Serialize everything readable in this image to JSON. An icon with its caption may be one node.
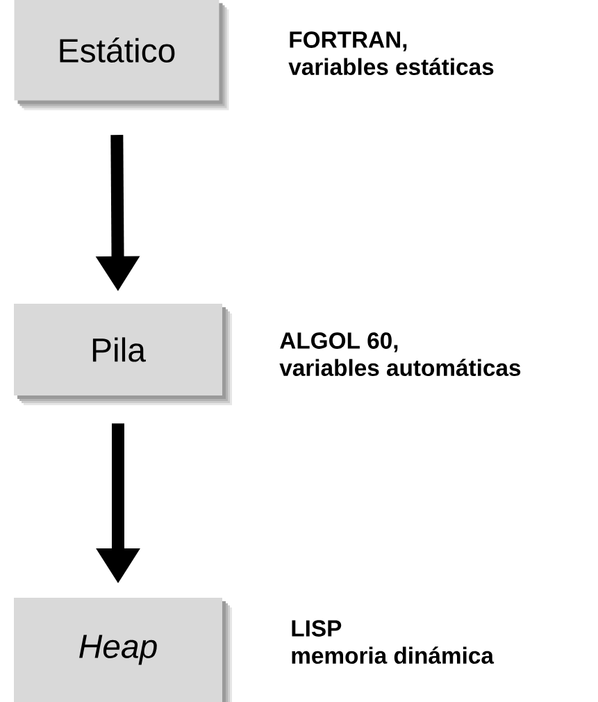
{
  "diagram": {
    "nodes": [
      {
        "text": [
          "Estático"
        ],
        "beside": [
          "FORTRAN,",
          "variables estáticas"
        ]
      },
      {
        "text": [
          "Pila"
        ],
        "beside": [
          "ALGOL 60,",
          "variables automáticas"
        ]
      },
      {
        "text": [
          "Heap"
        ],
        "beside": [
          "LISP",
          "memoria dinámica"
        ]
      }
    ],
    "edges": [
      {
        "from": 0,
        "to": 1,
        "arrow": "to"
      },
      {
        "from": 1,
        "to": 2,
        "arrow": "to"
      }
    ]
  }
}
